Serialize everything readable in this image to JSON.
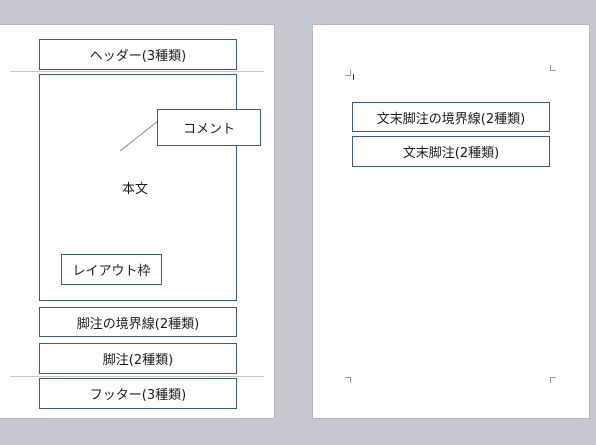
{
  "page1": {
    "header": "ヘッダー(3種類)",
    "body": "本文",
    "comment": "コメント",
    "layout_frame": "レイアウト枠",
    "footnote_separator": "脚注の境界線(2種類)",
    "footnote": "脚注(2種類)",
    "footer": "フッター(3種類)"
  },
  "page2": {
    "endnote_separator": "文末脚注の境界線(2種類)",
    "endnote": "文末脚注(2種類)"
  },
  "colors": {
    "box_border": "#3a5b82",
    "background": "#c4c8cf",
    "page": "#ffffff"
  }
}
